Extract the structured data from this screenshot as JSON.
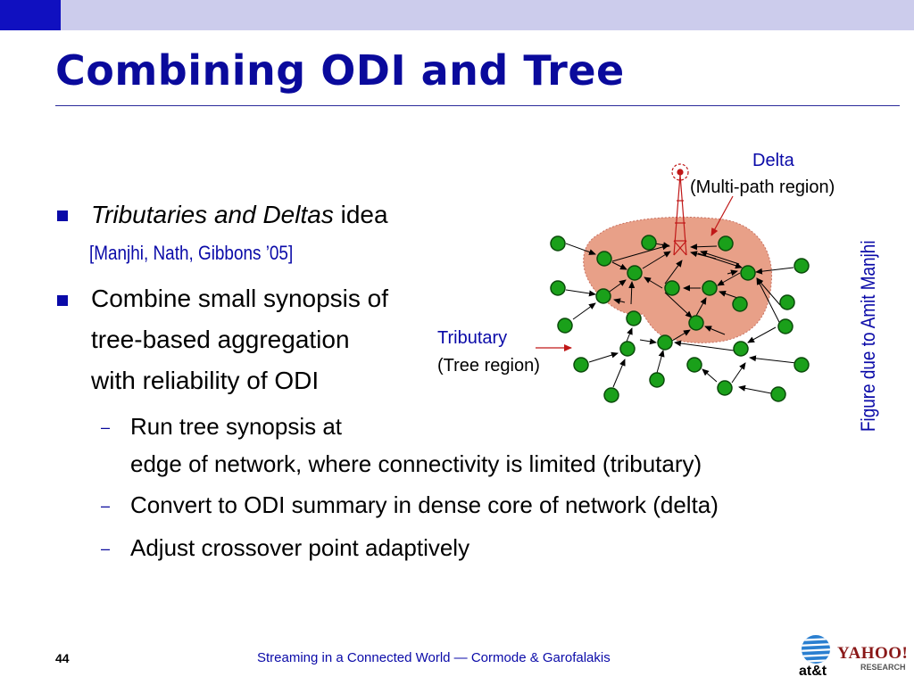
{
  "slide": {
    "title": "Combining ODI and Tree",
    "bullets": [
      {
        "italic": "Tributaries and Deltas",
        "rest": " idea",
        "citation": "[Manjhi, Nath, Gibbons ’05]"
      },
      {
        "lines": [
          "Combine small synopsis of",
          "tree-based aggregation",
          "with reliability of ODI"
        ]
      }
    ],
    "dash_symbol": "–",
    "sub_bullets": [
      {
        "lines": [
          "Run tree synopsis at",
          "edge of network, where connectivity is limited (tributary)"
        ]
      },
      {
        "lines": [
          "Convert to ODI summary in dense core of network (delta)"
        ]
      },
      {
        "lines": [
          "Adjust crossover point adaptively"
        ]
      }
    ]
  },
  "figure": {
    "delta_label": "Delta",
    "delta_sublabel": "(Multi-path region)",
    "tributary_label": "Tributary",
    "tributary_sublabel": "(Tree region)",
    "credit": "Figure due to Amit Manjhi",
    "colors": {
      "delta_region": "#e8a088",
      "node_fill": "#1aa01a",
      "arrow": "#000000",
      "pointer": "#c01818",
      "tower": "#c01818"
    }
  },
  "footer": {
    "page_number": "44",
    "caption": "Streaming in a Connected World — Cormode & Garofalakis"
  },
  "logos": {
    "att": "at&t",
    "yahoo": "YAHOO!",
    "yahoo_sub": "RESEARCH"
  }
}
